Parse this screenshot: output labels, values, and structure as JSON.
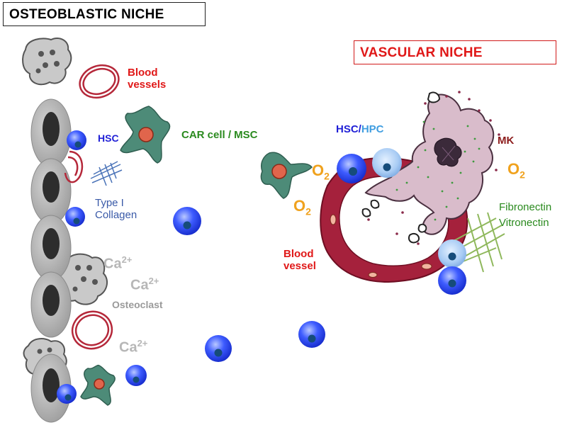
{
  "titles": {
    "osteoblastic_niche": "OSTEOBLASTIC NICHE",
    "vascular_niche": "VASCULAR NICHE"
  },
  "labels": {
    "blood_vessels_line1": "Blood",
    "blood_vessels_line2": "vessels",
    "hsc": "HSC",
    "car_cell": "CAR cell / MSC",
    "type1_line1": "Type I",
    "type1_line2": "Collagen",
    "ca_1": "Ca",
    "ca_2": "Ca",
    "ca_3": "Ca",
    "ca_charge": "2+",
    "osteoclast": "Osteoclast",
    "hsc_hpc_hsc": "HSC/",
    "hsc_hpc_hpc": "HPC",
    "mk": "MK",
    "o2_letter": "O",
    "o2_sub": "2",
    "fibronectin": "Fibronectin",
    "vitronectin": "Vitronectin",
    "blood_vessel_line1": "Blood",
    "blood_vessel_line2": "vessel"
  },
  "colors": {
    "red_label": "#e01818",
    "blue_label": "#1f1fd6",
    "light_blue_label": "#3f9de0",
    "green_label": "#2a8a1e",
    "steel_blue_label": "#3a5aa8",
    "gray_label": "#b7b7b7",
    "orange_label": "#f0a21e",
    "maroon_label": "#8c1b1b",
    "vessel_fill": "#a5213c",
    "megakaryocyte_fill": "#d9bccb",
    "car_cell_fill": "#4d8b78",
    "hsc_blue": "#1e3cff"
  }
}
